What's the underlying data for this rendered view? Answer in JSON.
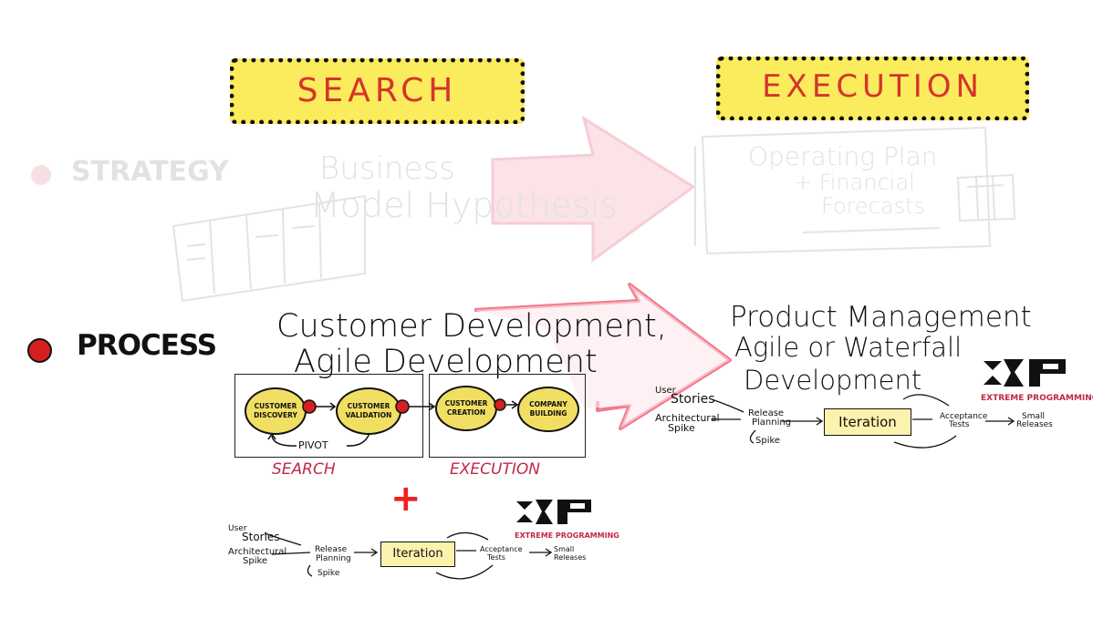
{
  "colors": {
    "banner_fill": "#fbec5d",
    "banner_text": "#d4352b",
    "process_bullet": "#d42020",
    "arrow_pink": "#f27a8b",
    "faded": "#e2e2e2",
    "xp_red": "#c0284a",
    "plus_red": "#ee2020"
  },
  "banners": {
    "search": "SEARCH",
    "execution": "EXECUTION"
  },
  "strategy_row": {
    "label": "STRATEGY",
    "business_model_line1": "Business",
    "business_model_line2": "Model Hypothesis",
    "operating_line1": "Operating Plan",
    "operating_line2": "+ Financial",
    "operating_line3": "Forecasts"
  },
  "process_row": {
    "label": "PROCESS",
    "left_title_line1": "Customer Development,",
    "left_title_line2": "Agile Development",
    "right_title_line1": "Product Management",
    "right_title_line2": "Agile or Waterfall",
    "right_title_line3": "Development"
  },
  "customer_dev": {
    "steps": [
      "CUSTOMER DISCOVERY",
      "CUSTOMER VALIDATION",
      "CUSTOMER CREATION",
      "COMPANY BUILDING"
    ],
    "pivot": "PIVOT",
    "search_label": "SEARCH",
    "execution_label": "EXECUTION"
  },
  "plus_sign": "+",
  "xp_right": {
    "user_prefix": "User",
    "stories": "Stories",
    "arch1": "Architectural",
    "arch2": "Spike",
    "release1": "Release",
    "release2": "Planning",
    "spike": "Spike",
    "iteration": "Iteration",
    "accept1": "Acceptance",
    "accept2": "Tests",
    "small1": "Small",
    "small2": "Releases",
    "logo_text": "EXTREME PROGRAMMING"
  },
  "xp_bottom": {
    "user_prefix": "User",
    "stories": "Stories",
    "arch1": "Architectural",
    "arch2": "Spike",
    "release1": "Release",
    "release2": "Planning",
    "spike": "Spike",
    "iteration": "Iteration",
    "accept1": "Acceptance",
    "accept2": "Tests",
    "small1": "Small",
    "small2": "Releases",
    "logo_text": "EXTREME PROGRAMMING"
  }
}
